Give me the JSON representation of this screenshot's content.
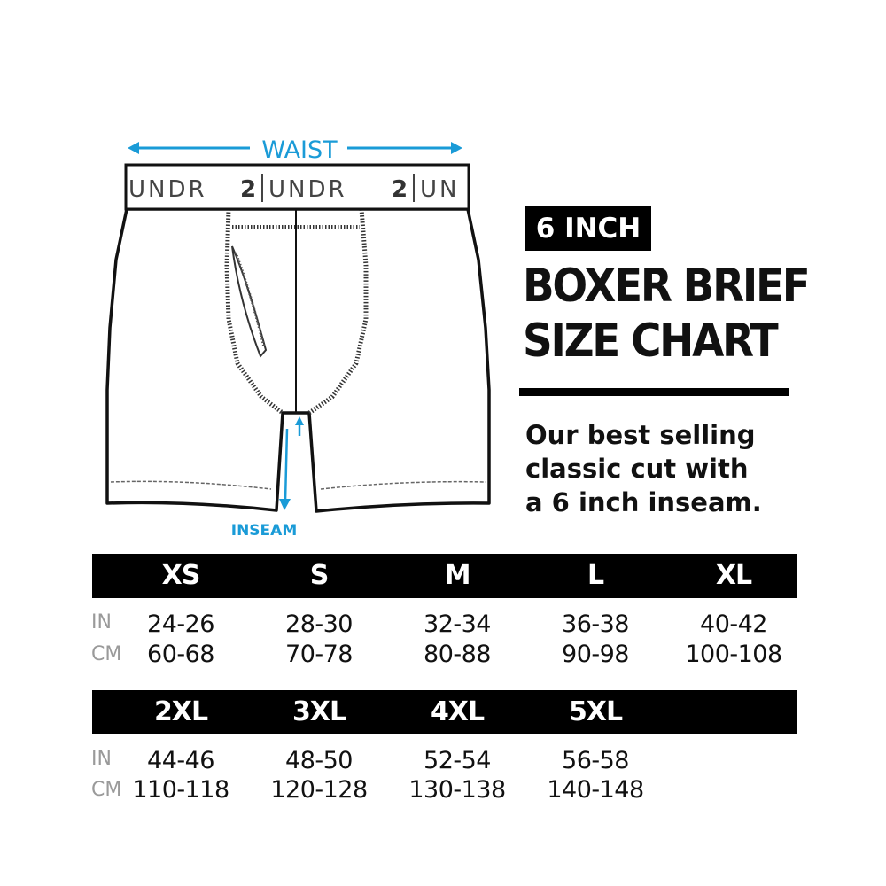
{
  "illustration": {
    "waist_label": "WAIST",
    "inseam_label": "INSEAM",
    "waistband_text": [
      "UNDR",
      "2",
      "UNDR",
      "2",
      "UN"
    ],
    "accent_color": "#1a9bd7"
  },
  "header": {
    "tag": "6 INCH",
    "title_lines": [
      "BOXER BRIEF",
      "SIZE CHART"
    ]
  },
  "description_lines": [
    "Our best selling",
    "classic cut with",
    "a 6 inch inseam."
  ],
  "size_table": {
    "unit_labels": {
      "in": "IN",
      "cm": "CM"
    },
    "rows": [
      {
        "sizes": [
          {
            "label": "XS",
            "in": "24-26",
            "cm": "60-68"
          },
          {
            "label": "S",
            "in": "28-30",
            "cm": "70-78"
          },
          {
            "label": "M",
            "in": "32-34",
            "cm": "80-88"
          },
          {
            "label": "L",
            "in": "36-38",
            "cm": "90-98"
          },
          {
            "label": "XL",
            "in": "40-42",
            "cm": "100-108"
          }
        ]
      },
      {
        "sizes": [
          {
            "label": "2XL",
            "in": "44-46",
            "cm": "110-118"
          },
          {
            "label": "3XL",
            "in": "48-50",
            "cm": "120-128"
          },
          {
            "label": "4XL",
            "in": "52-54",
            "cm": "130-138"
          },
          {
            "label": "5XL",
            "in": "56-58",
            "cm": "140-148"
          }
        ]
      }
    ]
  }
}
